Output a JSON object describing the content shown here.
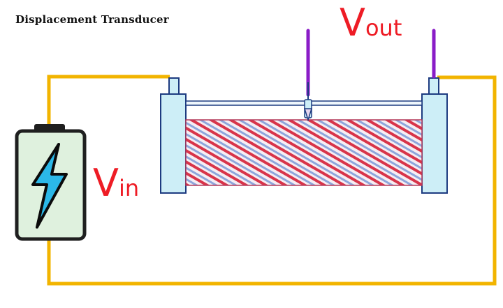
{
  "title": "Displacement Transducer",
  "labels": {
    "vout": {
      "main": "V",
      "sub": "out"
    },
    "vin": {
      "main": "V",
      "sub": "in"
    }
  },
  "colors": {
    "wire": "#f2b400",
    "probe": "#8a1cc7",
    "bracket_fill": "#cdeef7",
    "outline": "#1d3b80",
    "coil_red": "#d8344a",
    "coil_blue": "#8da6dc",
    "battery_fill": "#dff1de",
    "battery_outline": "#1f1f1f",
    "bolt": "#2bb8e8",
    "label": "#ee1c25"
  },
  "icons": [
    "lightning-bolt-icon"
  ]
}
